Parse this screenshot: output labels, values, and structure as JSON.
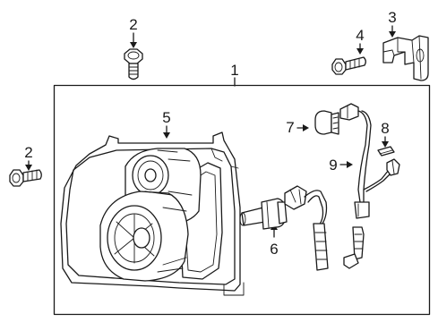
{
  "diagram": {
    "callouts": [
      {
        "id": "c1",
        "text": "1"
      },
      {
        "id": "c2a",
        "text": "2"
      },
      {
        "id": "c2b",
        "text": "2"
      },
      {
        "id": "c3",
        "text": "3"
      },
      {
        "id": "c4",
        "text": "4"
      },
      {
        "id": "c5",
        "text": "5"
      },
      {
        "id": "c6",
        "text": "6"
      },
      {
        "id": "c7",
        "text": "7"
      },
      {
        "id": "c8",
        "text": "8"
      },
      {
        "id": "c9",
        "text": "9"
      }
    ]
  }
}
